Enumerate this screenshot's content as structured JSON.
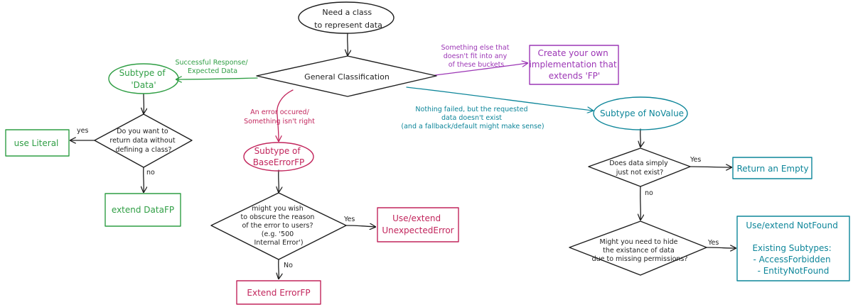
{
  "colors": {
    "black": "#1e1e1e",
    "green": "#2f9e44",
    "red": "#c2255c",
    "purple": "#9c36b5",
    "teal": "#0c8599"
  },
  "nodes": {
    "start": [
      "Need a class",
      "to represent data"
    ],
    "general": [
      "General Classification"
    ],
    "data_subtype": [
      "Subtype of",
      "'Data'"
    ],
    "custom": [
      "Create your own",
      "implementation that",
      "extends 'FP'"
    ],
    "novalue_subtype": [
      "Subtype of NoValue"
    ],
    "return_data_q": [
      "Do you want to",
      "return data without",
      "defining a class?"
    ],
    "use_literal": [
      "use Literal"
    ],
    "extend_datafp": [
      "extend DataFP"
    ],
    "base_error": [
      "Subtype of",
      "BaseErrorFP"
    ],
    "obscure_q": [
      "might you wish",
      "to obscure the reason",
      "of the error to users?",
      "(e.g. '500",
      "Internal Error')"
    ],
    "unexpected": [
      "Use/extend",
      "UnexpectedError"
    ],
    "extend_errorfp": [
      "Extend ErrorFP"
    ],
    "not_exist_q": [
      "Does data simply",
      "just not exist?"
    ],
    "return_empty": [
      "Return an Empty"
    ],
    "hide_q": [
      "Might you need to hide",
      "the existance of data",
      "due to missing permissions?"
    ],
    "notfound": [
      "Use/extend NotFound",
      "",
      "Existing Subtypes:",
      "- AccessForbidden",
      "- EntityNotFound"
    ]
  },
  "edge_labels": {
    "success": [
      "Successful Response/",
      "Expected Data"
    ],
    "something_else": [
      "Something else that",
      "doesn't fit into any",
      "of these buckets"
    ],
    "error": [
      "An error occured/",
      "Something isn't right"
    ],
    "nothing_failed": [
      "Nothing failed, but the requested",
      "data doesn't exist",
      "(and a fallback/default might make sense)"
    ],
    "yes_literal": "yes",
    "no_datafp": "no",
    "yes_unexpected": "Yes",
    "no_errorfp": "No",
    "yes_empty": "Yes",
    "no_hide": "no",
    "yes_notfound": "Yes"
  }
}
